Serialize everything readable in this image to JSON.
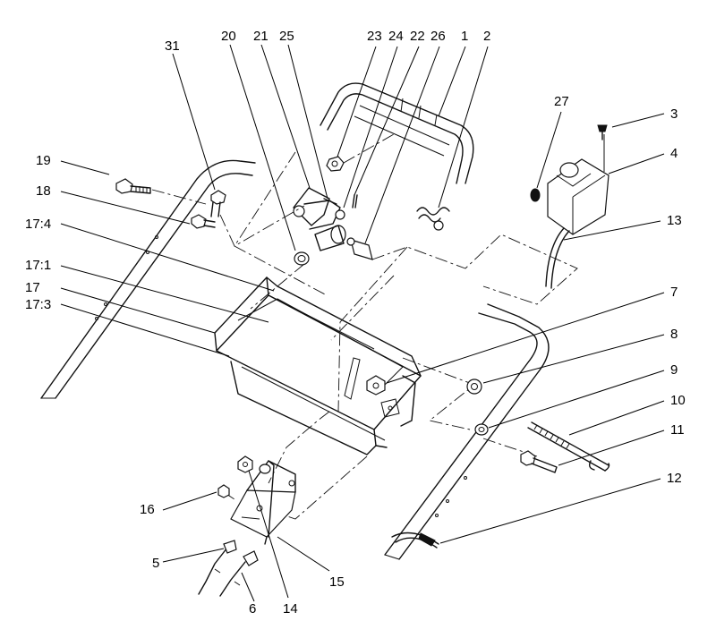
{
  "labels": [
    "31",
    "20",
    "21",
    "25",
    "23",
    "24",
    "22",
    "26",
    "1",
    "2",
    "27",
    "3",
    "4",
    "19",
    "18",
    "13",
    "17:4",
    "17:1",
    "17",
    "17:3",
    "7",
    "8",
    "9",
    "10",
    "11",
    "12",
    "16",
    "5",
    "6",
    "14",
    "15"
  ]
}
